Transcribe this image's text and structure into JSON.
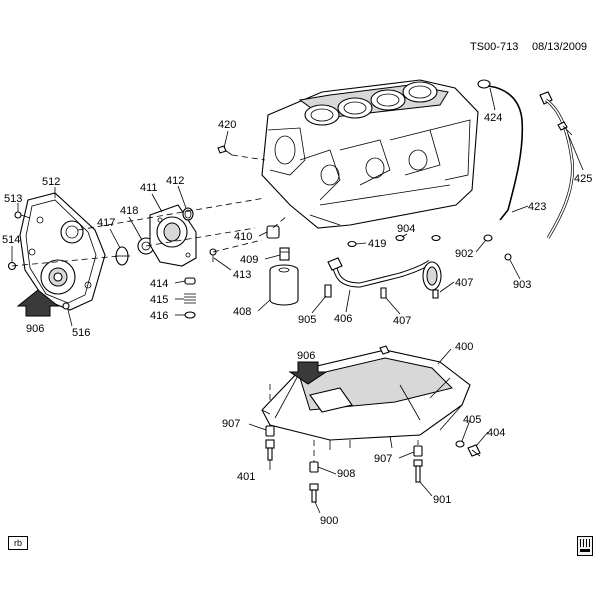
{
  "header": {
    "code": "TS00-713",
    "date": "08/13/2009"
  },
  "footer": {
    "badge": "rb",
    "corner_icon": "document-icon"
  },
  "callouts": {
    "c420": "420",
    "c424": "424",
    "c425": "425",
    "c423": "423",
    "c512": "512",
    "c513": "513",
    "c514": "514",
    "c516": "516",
    "c906a": "906",
    "c417": "417",
    "c418": "418",
    "c411": "411",
    "c412": "412",
    "c410": "410",
    "c409": "409",
    "c408": "408",
    "c413": "413",
    "c414": "414",
    "c415": "415",
    "c416": "416",
    "c419": "419",
    "c904": "904",
    "c902": "902",
    "c903": "903",
    "c407a": "407",
    "c407b": "407",
    "c905": "905",
    "c406": "406",
    "c906b": "906",
    "c400": "400",
    "c907a": "907",
    "c401": "401",
    "c908": "908",
    "c900": "900",
    "c907b": "907",
    "c901": "901",
    "c405": "405",
    "c404": "404"
  }
}
